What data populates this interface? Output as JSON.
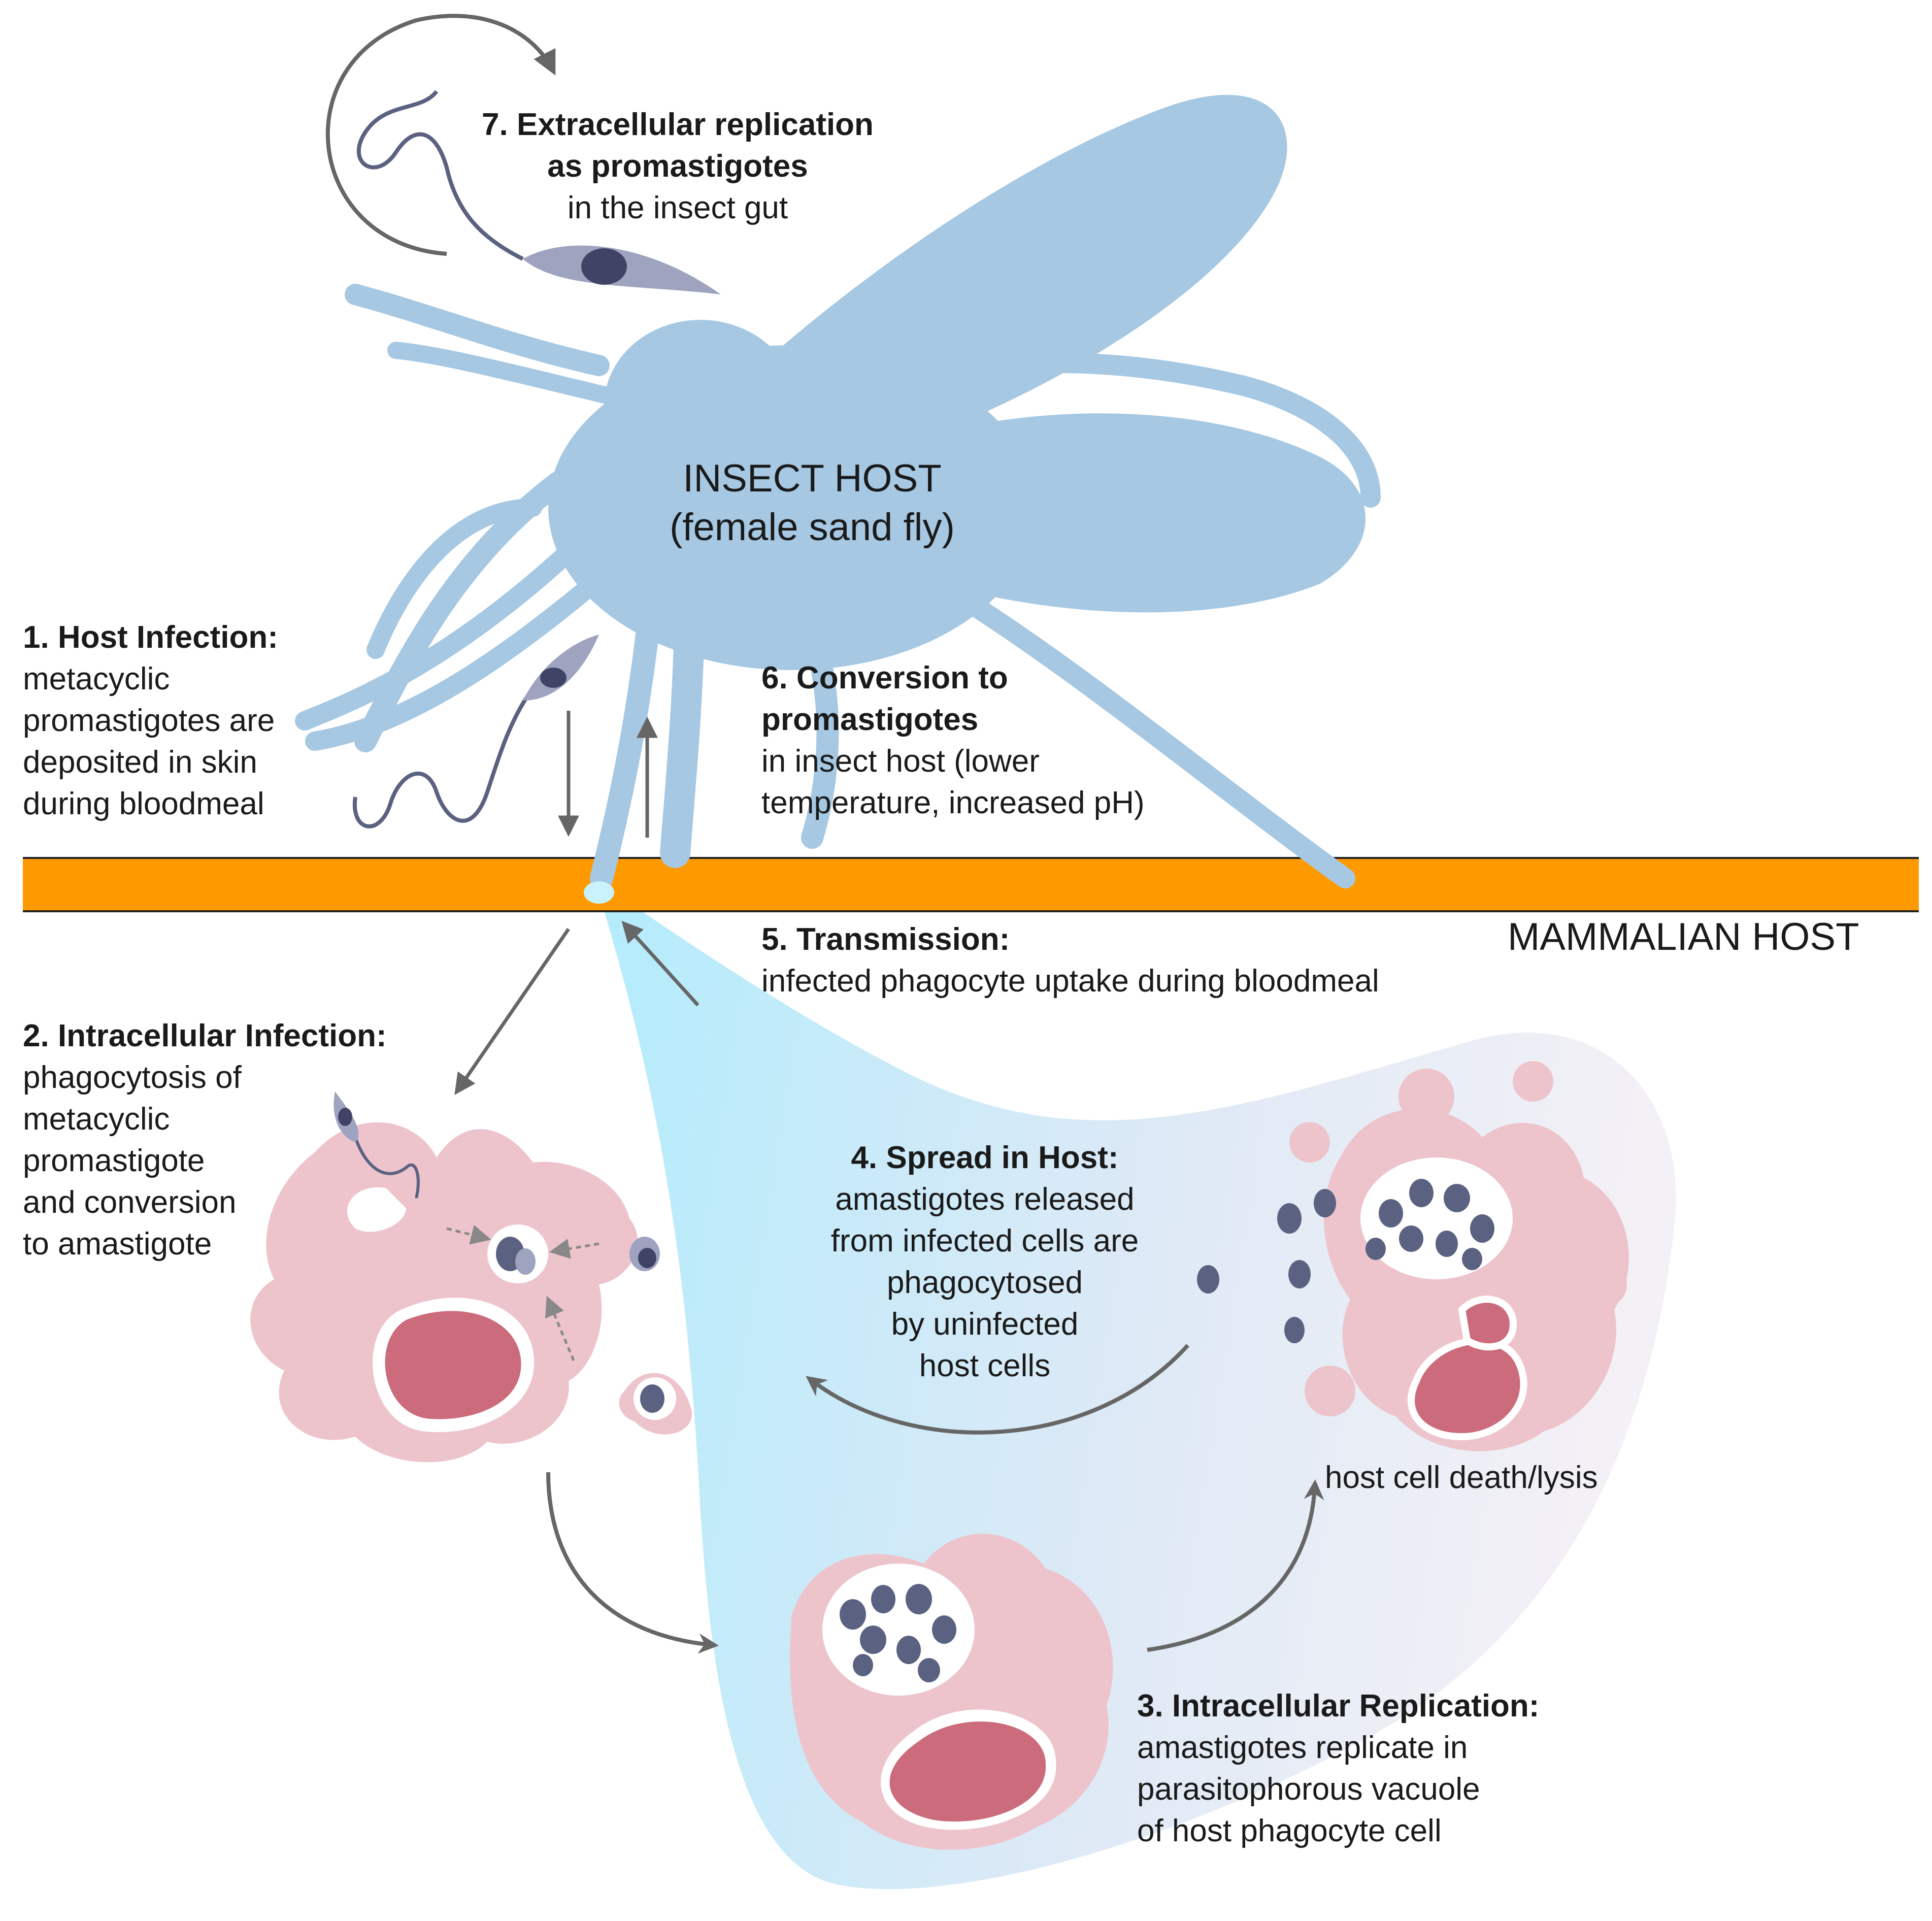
{
  "diagram": {
    "insect_host": {
      "line1": "INSECT HOST",
      "line2": "(female sand fly)"
    },
    "mammalian_host": "MAMMALIAN HOST",
    "steps": [
      {
        "title": "1. Host Infection:",
        "body": "metacyclic\npromastigotes are\ndeposited in skin\nduring bloodmeal"
      },
      {
        "title": "2. Intracellular Infection:",
        "body": "phagocytosis of\nmetacyclic\npromastigote\nand conversion\nto amastigote"
      },
      {
        "title": "3. Intracellular Replication:",
        "body": "amastigotes replicate in\nparasitophorous vacuole\nof host phagocyte cell"
      },
      {
        "title": "4. Spread in Host:",
        "body": "amastigotes released\nfrom infected cells are\nphagocytosed\nby uninfected\nhost cells"
      },
      {
        "title": "5. Transmission:",
        "body": "infected phagocyte uptake during bloodmeal"
      },
      {
        "title": "6. Conversion to\npromastigotes",
        "body": "in insect host (lower\ntemperature, increased pH)"
      },
      {
        "title": "7. Extracellular replication\nas promastigotes",
        "body": "in the insect gut"
      }
    ],
    "host_cell_death": "host cell death/lysis",
    "colors": {
      "fly": "#a6c8e3",
      "skin_band": "#ff9900",
      "cell_cytoplasm": "#edc4cc",
      "cell_nucleus": "#cc6b7c",
      "parasite": "#5b6180",
      "parasite_body": "#9ea3bf",
      "arrow": "#666666",
      "gradient_start": "#b7ecfb"
    }
  }
}
